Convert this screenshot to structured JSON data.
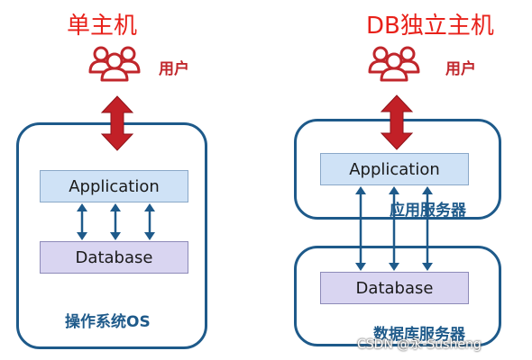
{
  "left": {
    "title": "单主机",
    "user_label": "用户",
    "application_label": "Application",
    "database_label": "Database",
    "os_label": "操作系统OS"
  },
  "right": {
    "title": "DB独立主机",
    "user_label": "用户",
    "application_label": "Application",
    "app_server_label": "应用服务器",
    "database_label": "Database",
    "db_server_label": "数据库服务器"
  },
  "watermark": "CSDN @永-Susheng",
  "colors": {
    "title_red": "#e8211a",
    "arrow_red": "#c0262b",
    "box_blue": "#1e5a8a",
    "app_fill": "#cfe2f6",
    "db_fill": "#d9d5f1"
  }
}
